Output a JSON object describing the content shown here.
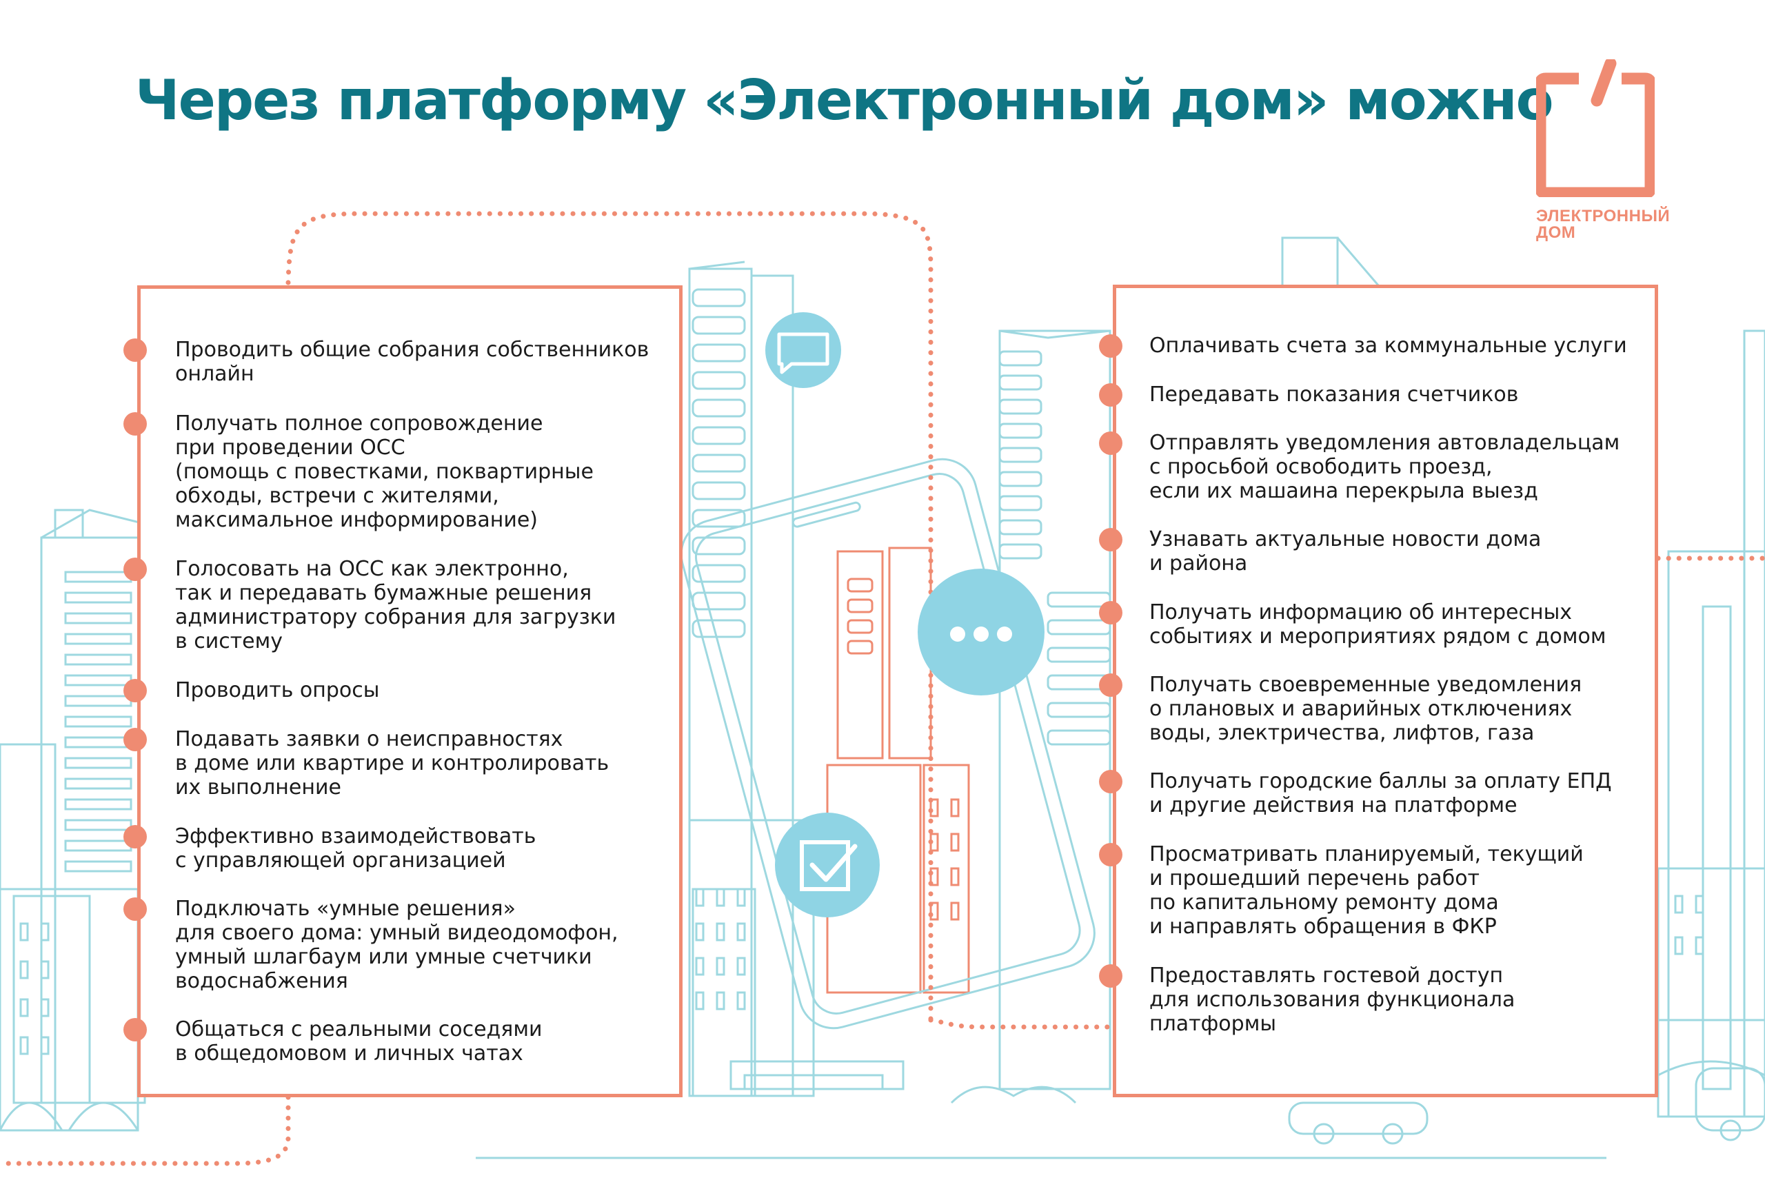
{
  "title": "Через платформу «Электронный дом» можно",
  "logo": {
    "line1": "ЭЛЕКТРОННЫЙ",
    "line2": "ДОМ"
  },
  "colors": {
    "accent": "#ef8b72",
    "title": "#0f7584",
    "line": "#9ed8e0",
    "icon_fill": "#8fd4e4",
    "text": "#1b1b1b"
  },
  "icons": {
    "chat": "speech-bubble-icon",
    "dots": "more-dots-icon",
    "check": "checkbox-icon"
  },
  "left_items": [
    "Проводить общие собрания собственников\nонлайн",
    "Получать полное сопровождение\nпри проведении ОСС\n(помощь с повестками, поквартирные\nобходы, встречи с жителями,\nмаксимальное информирование)",
    "Голосовать на ОСС как электронно,\nтак и передавать бумажные решения\nадминистратору собрания для загрузки\nв систему",
    "Проводить опросы",
    "Подавать заявки о неисправностях\nв доме или квартире и контролировать\nих выполнение",
    "Эффективно взаимодействовать\nс управляющей организацией",
    "Подключать «умные решения»\nдля своего дома: умный видеодомофон,\nумный шлагбаум или умные счетчики\nводоснабжения",
    "Общаться с реальными соседями\nв общедомовом и личных чатах"
  ],
  "right_items": [
    "Оплачивать счета за коммунальные услуги",
    "Передавать показания счетчиков",
    "Отправлять уведомления автовладельцам\nс просьбой освободить проезд,\nесли их машаина перекрыла выезд",
    "Узнавать актуальные новости дома\nи района",
    "Получать информацию об интересных\nсобытиях и мероприятиях рядом с домом",
    "Получать своевременные уведомления\nо плановых и аварийных отключениях\nводы, электричества, лифтов, газа",
    "Получать городские баллы за оплату ЕПД\nи другие действия на платформе",
    "Просматривать планируемый, текущий\nи прошедший перечень работ\nпо капитальному ремонту дома\nи направлять обращения в ФКР",
    "Предоставлять гостевой доступ\nдля использования функционала\nплатформы"
  ]
}
